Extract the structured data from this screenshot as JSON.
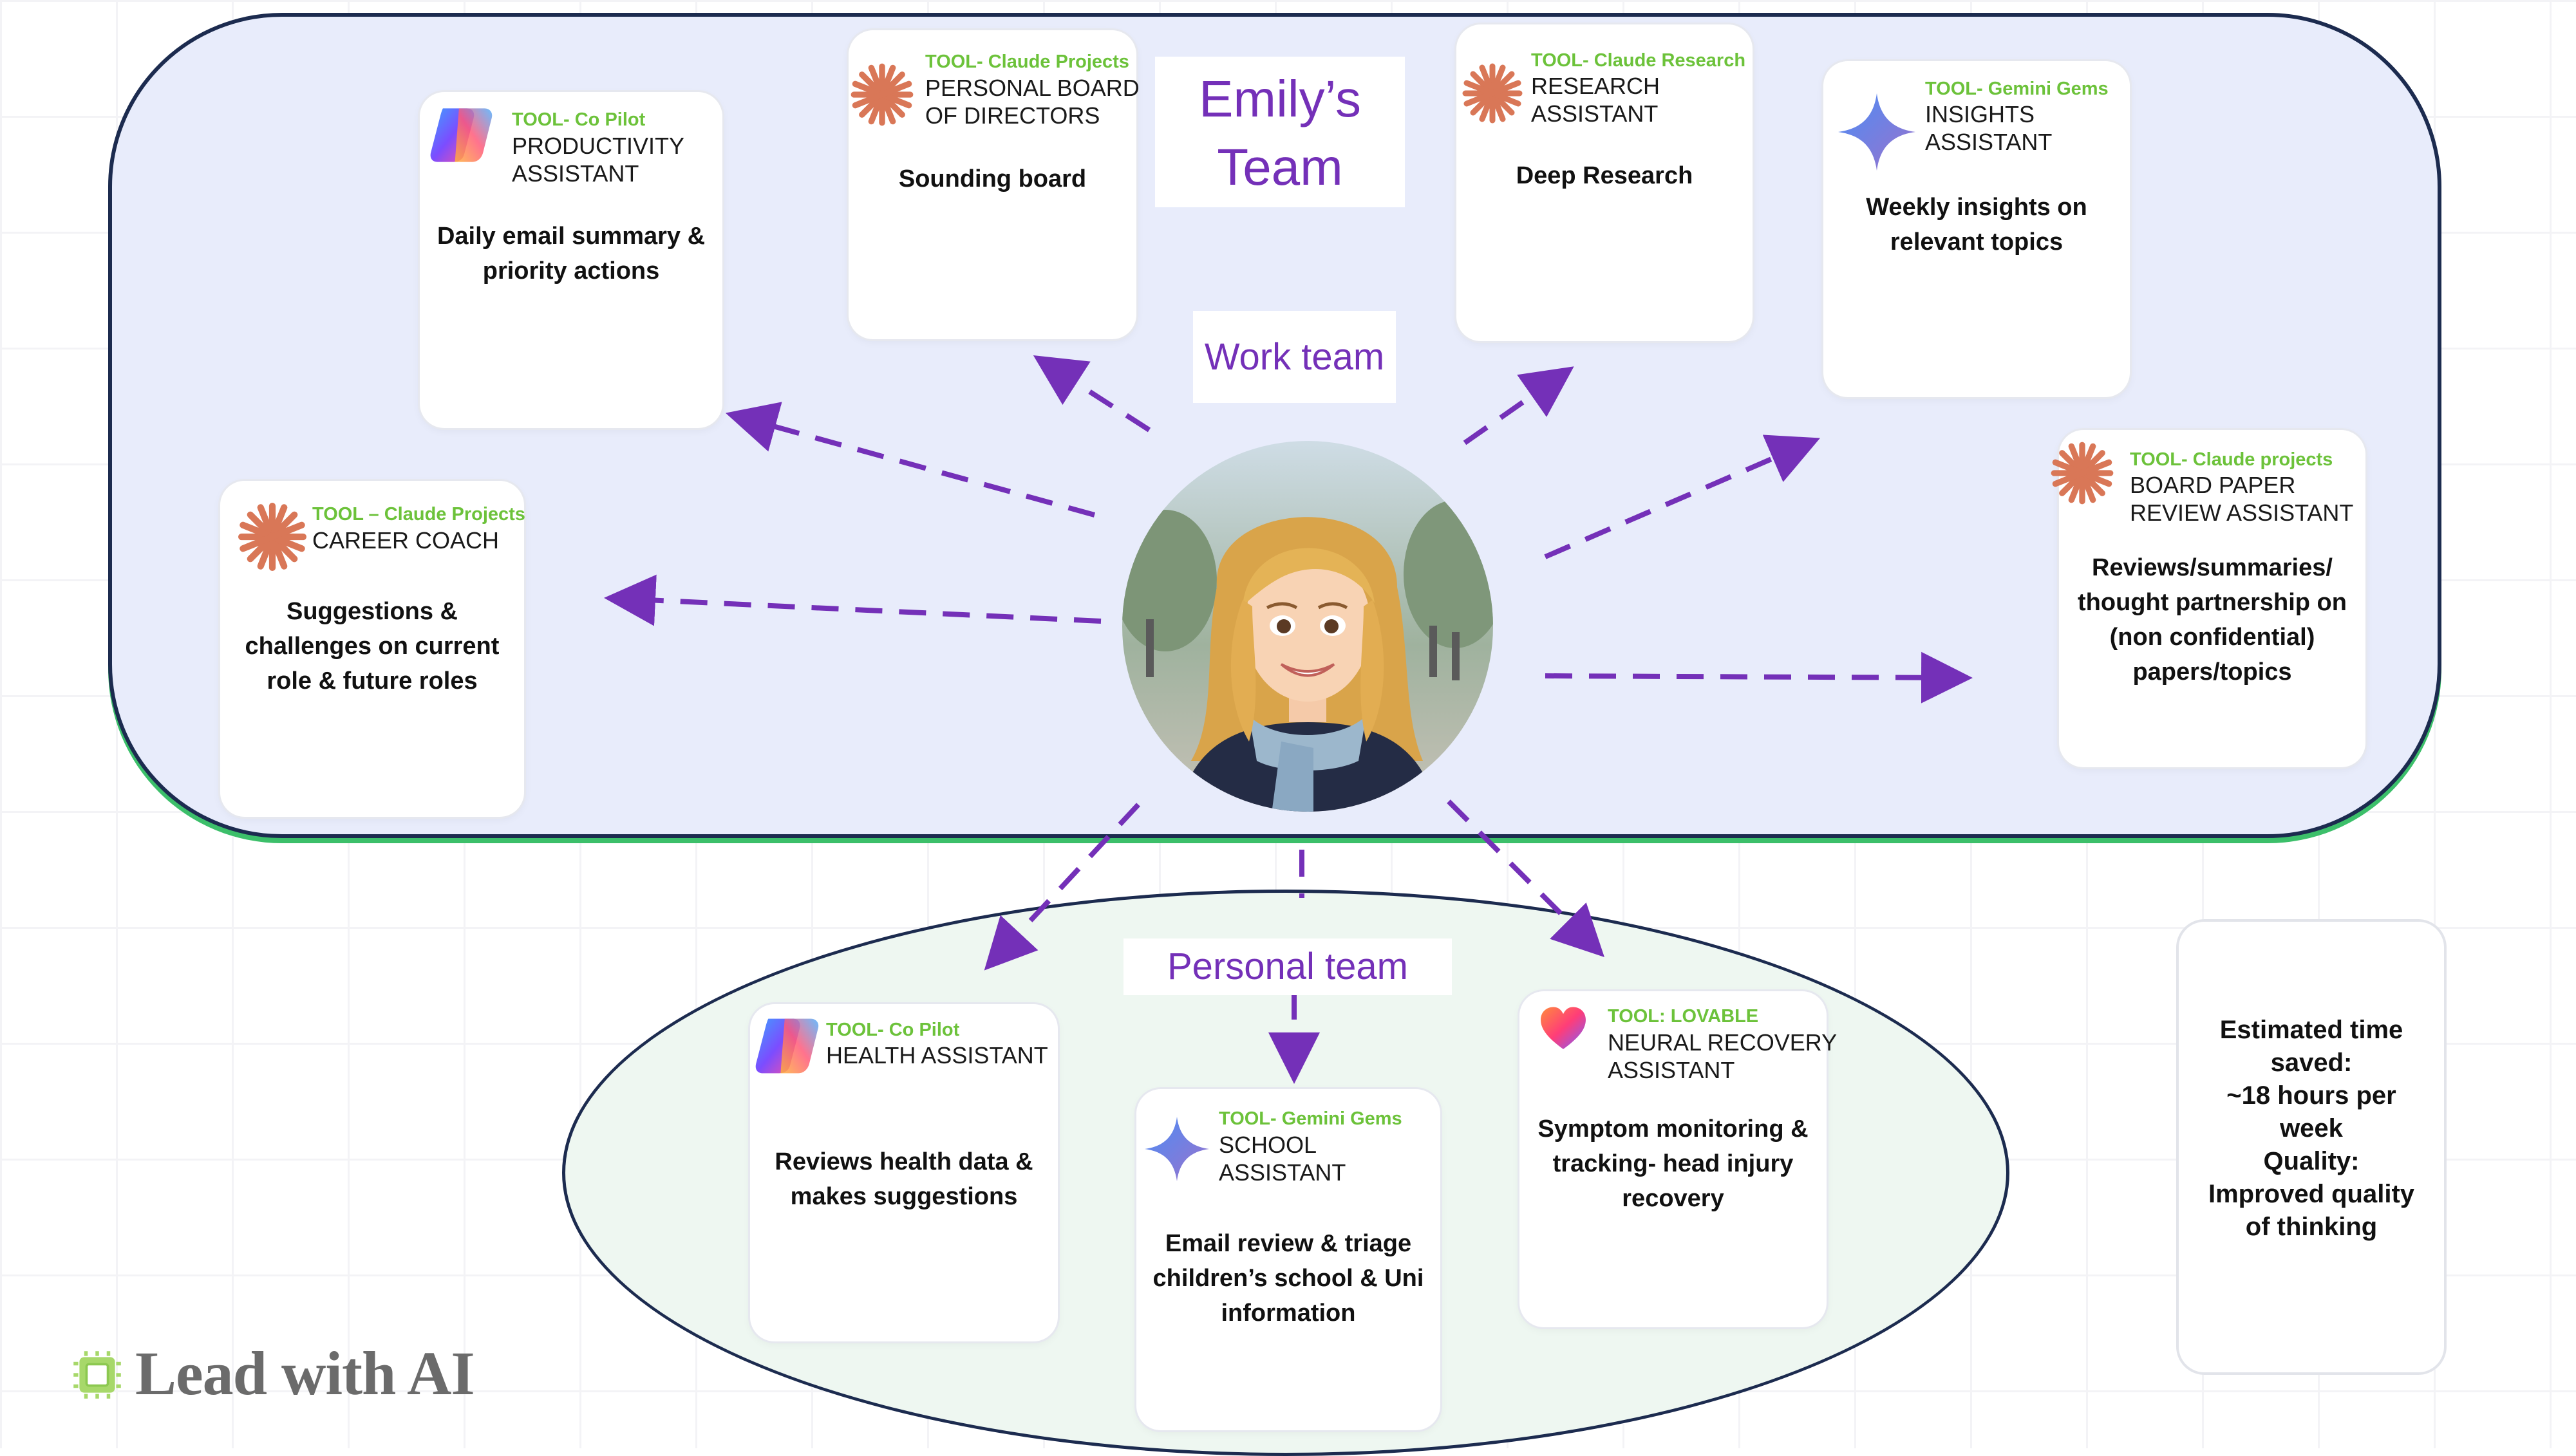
{
  "title": {
    "line1": "Emily’s",
    "line2": "Team"
  },
  "work_team_label": "Work team",
  "personal_team_label": "Personal team",
  "colors": {
    "accent_purple": "#7430b8",
    "tool_green": "#6cc23a",
    "work_bg": "#e8ecfb",
    "personal_bg": "#eef7f1"
  },
  "work_cards": [
    {
      "tool": "TOOL- Co Pilot",
      "name": "PRODUCTIVITY\nASSISTANT",
      "desc": "Daily  email summary &\npriority actions",
      "icon": "copilot-icon"
    },
    {
      "tool": "TOOL- Claude Projects",
      "name": "PERSONAL BOARD\nOF DIRECTORS",
      "desc": "Sounding board",
      "icon": "claude-icon"
    },
    {
      "tool": "TOOL- Claude Research",
      "name": "RESEARCH\nASSISTANT",
      "desc": "Deep Research",
      "icon": "claude-icon"
    },
    {
      "tool": "TOOL- Gemini Gems",
      "name": "INSIGHTS\nASSISTANT",
      "desc": "Weekly insights on\nrelevant topics",
      "icon": "gemini-icon"
    },
    {
      "tool": "TOOL – Claude Projects",
      "name": "CAREER COACH",
      "desc": "Suggestions &\nchallenges on current\nrole & future roles",
      "icon": "claude-icon"
    },
    {
      "tool": "TOOL- Claude projects",
      "name": "BOARD PAPER\nREVIEW ASSISTANT",
      "desc": "Reviews/summaries/\nthought partnership on\n(non confidential)\npapers/topics",
      "icon": "claude-icon"
    }
  ],
  "personal_cards": [
    {
      "tool": "TOOL- Co Pilot",
      "name": "HEALTH ASSISTANT",
      "desc": "Reviews health data &\nmakes suggestions",
      "icon": "copilot-icon"
    },
    {
      "tool": "TOOL- Gemini Gems",
      "name": "SCHOOL\nASSISTANT",
      "desc": "Email review & triage\nchildren’s school & Uni\ninformation",
      "icon": "gemini-icon"
    },
    {
      "tool": "TOOL: LOVABLE",
      "name": "NEURAL RECOVERY\nASSISTANT",
      "desc": "Symptom monitoring &\ntracking- head injury\nrecovery",
      "icon": "lovable-heart-icon"
    }
  ],
  "summary": {
    "text": "Estimated time\nsaved:\n~18 hours per\nweek\nQuality:\nImproved quality\nof thinking"
  },
  "logo": {
    "text": "Lead with AI",
    "icon": "chip-icon"
  }
}
